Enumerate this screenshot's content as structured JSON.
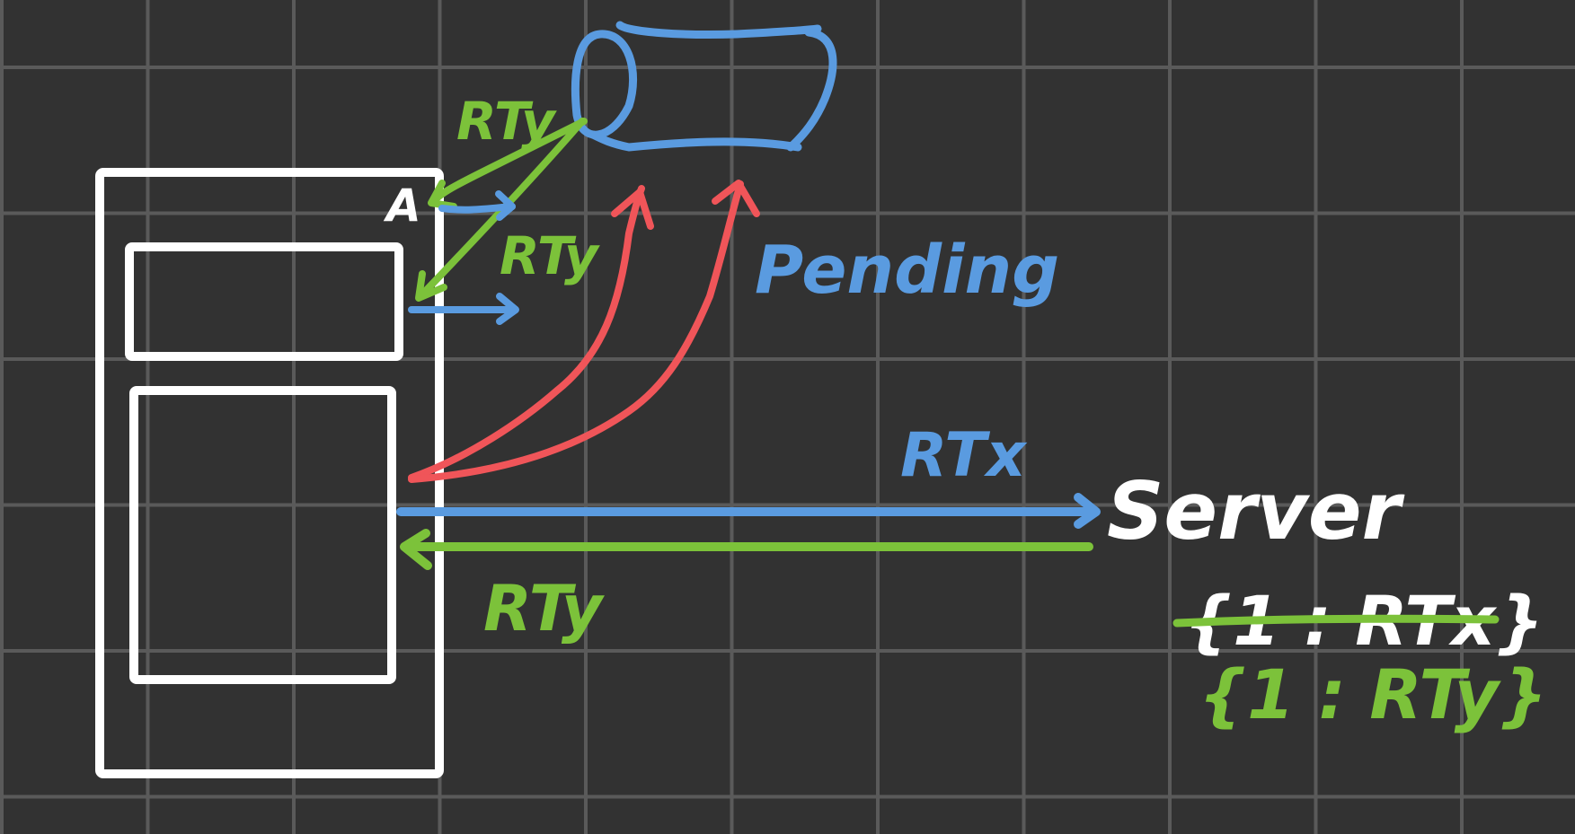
{
  "colors": {
    "background": "#323232",
    "grid": "#5a5a5a",
    "white": "#ffffff",
    "blue": "#5a9be0",
    "green": "#7cc23a",
    "red": "#f05559"
  },
  "labels": {
    "node_a": "A",
    "rt_y_top": "RTy",
    "rt_y_mid": "RTy",
    "pending": "Pending",
    "rt_x": "RTx",
    "server": "Server",
    "rt_y_bottom": "RTy",
    "map_old": "{1 : RTx}",
    "map_new": "{1 : RTy}"
  }
}
